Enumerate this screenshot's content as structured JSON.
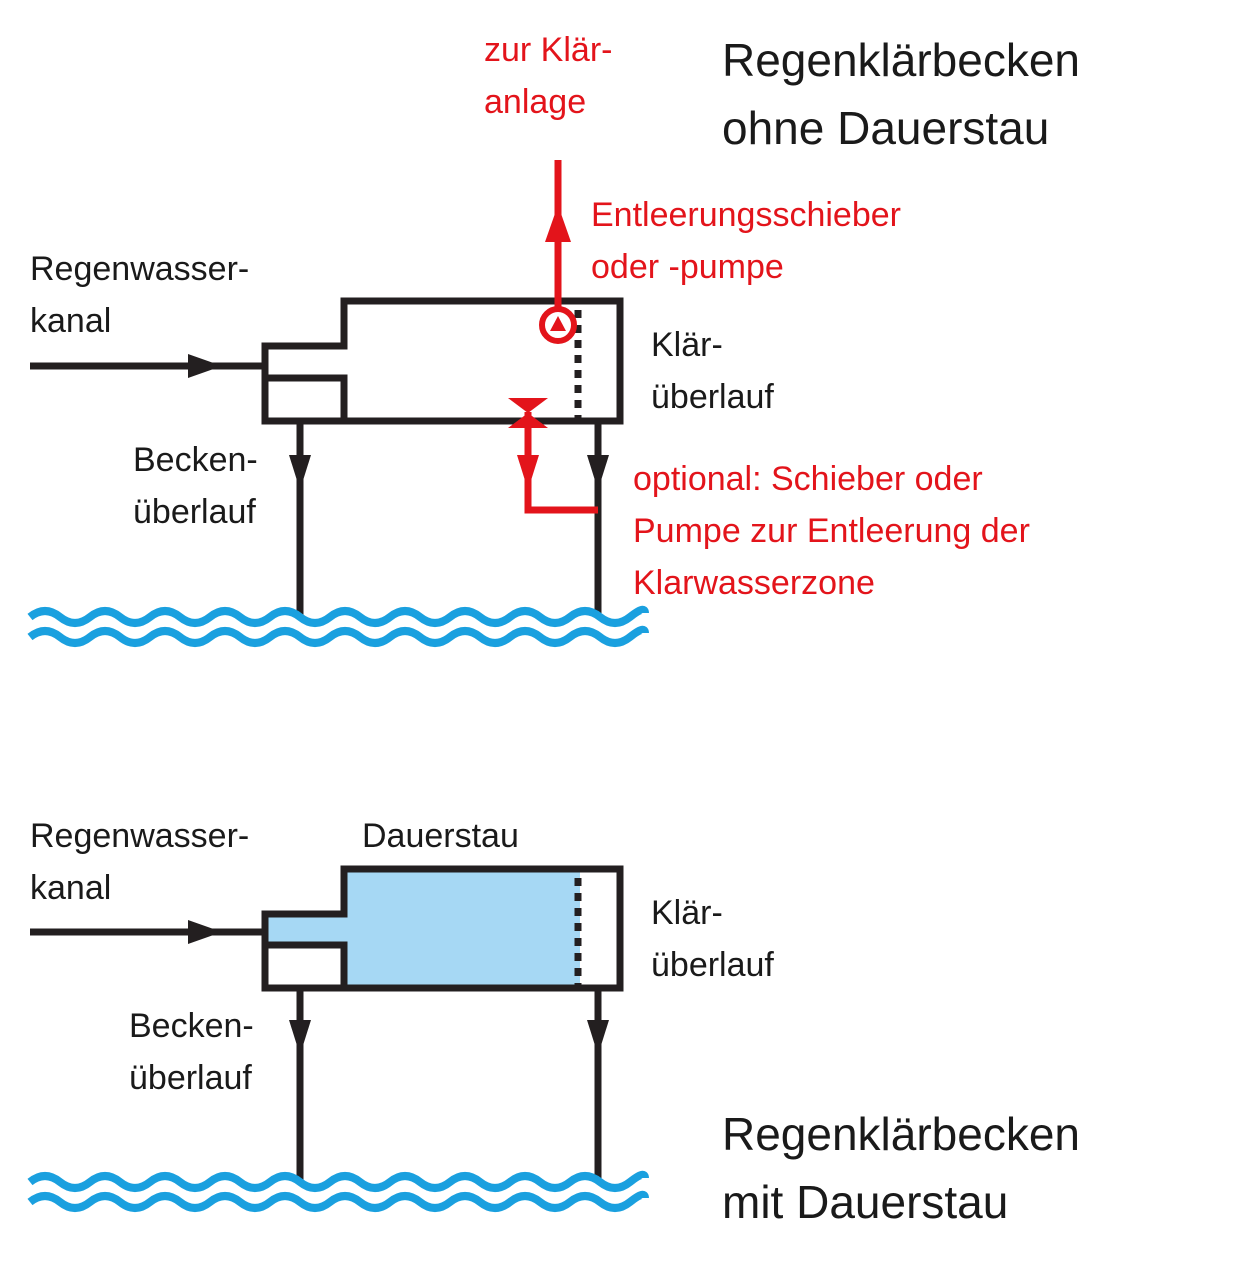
{
  "colors": {
    "line": "#231f20",
    "red": "#e3141b",
    "water": "#1aa0df",
    "dauerstau_fill": "#a6d8f4"
  },
  "top_diagram": {
    "title": [
      "Regenklärbecken",
      "ohne Dauerstau"
    ],
    "inlet_label": [
      "Regenwasser-",
      "kanal"
    ],
    "basin_overflow_label": [
      "Becken-",
      "überlauf"
    ],
    "clarifier_overflow_label": [
      "Klär-",
      "überlauf"
    ],
    "to_plant_label": [
      "zur Klär-",
      "anlage"
    ],
    "drain_label": [
      "Entleerungsschieber",
      "oder -pumpe"
    ],
    "optional_label": [
      "optional: Schieber oder",
      "Pumpe zur Entleerung der",
      "Klarwasserzone"
    ]
  },
  "bottom_diagram": {
    "title": [
      "Regenklärbecken",
      "mit Dauerstau"
    ],
    "inlet_label": [
      "Regenwasser-",
      "kanal"
    ],
    "dauerstau_label": "Dauerstau",
    "basin_overflow_label": [
      "Becken-",
      "überlauf"
    ],
    "clarifier_overflow_label": [
      "Klär-",
      "überlauf"
    ]
  }
}
